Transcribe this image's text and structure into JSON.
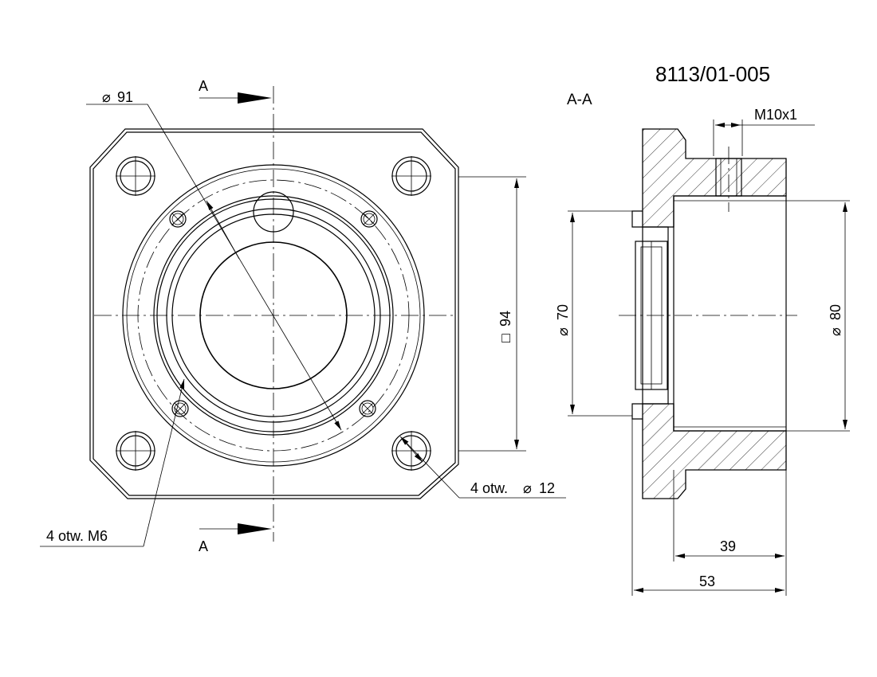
{
  "drawing": {
    "number": "8113/01-005",
    "section_label": "A-A",
    "section_marker_top": "A",
    "section_marker_bottom": "A",
    "dims": {
      "d91": "91",
      "sq94": "94",
      "d70": "70",
      "d80": "80",
      "m10": "M10x1",
      "holes_m6": "4 otw. M6",
      "holes_d12_prefix": "4 otw. ",
      "holes_d12_value": "12",
      "len39": "39",
      "len53": "53"
    },
    "symbols": {
      "diameter": "⌀",
      "square": "□"
    }
  }
}
